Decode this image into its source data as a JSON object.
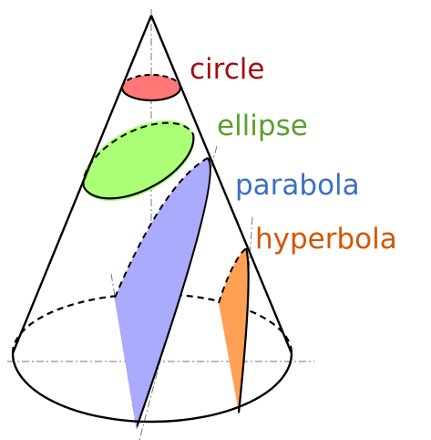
{
  "labels": {
    "circle": "circle",
    "ellipse": "ellipse",
    "parabola": "parabola",
    "hyperbola": "hyperbola"
  },
  "colors": {
    "circle_fill": "#ff7777",
    "circle_label": "#a01010",
    "ellipse_fill": "#aaff77",
    "ellipse_label": "#5aa02c",
    "parabola_fill": "#aaaaff",
    "parabola_label": "#3a6fc8",
    "hyperbola_fill": "#ffa055",
    "hyperbola_label": "#d45500",
    "outline": "#000000",
    "axis": "#777777"
  }
}
